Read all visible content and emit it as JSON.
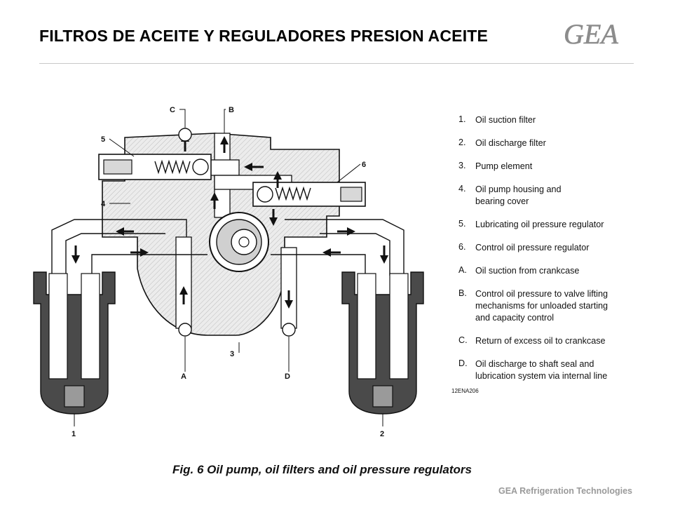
{
  "header": {
    "title": "FILTROS DE ACEITE Y REGULADORES PRESION ACEITE",
    "logo_text": "GEA"
  },
  "diagram": {
    "callouts": {
      "c1": "1",
      "c2": "2",
      "c3": "3",
      "c4": "4",
      "c5": "5",
      "c6": "6",
      "ca": "A",
      "cb": "B",
      "cc": "C",
      "cd": "D"
    },
    "code": "12ENA206",
    "caption": "Fig. 6  Oil pump, oil filters and oil pressure regulators"
  },
  "legend": [
    {
      "num": "1.",
      "text": "Oil suction filter"
    },
    {
      "num": "2.",
      "text": "Oil discharge filter"
    },
    {
      "num": "3.",
      "text": "Pump element"
    },
    {
      "num": "4.",
      "text": "Oil pump housing and bearing cover"
    },
    {
      "num": "5.",
      "text": "Lubricating oil pressure regulator"
    },
    {
      "num": "6.",
      "text": "Control oil pressure regulator"
    },
    {
      "num": "A.",
      "text": "Oil suction from crankcase"
    },
    {
      "num": "B.",
      "text": "Control oil pressure to valve lifting mechanisms for unloaded starting and capacity control"
    },
    {
      "num": "C.",
      "text": "Return of excess oil to crankcase"
    },
    {
      "num": "D.",
      "text": "Oil discharge to shaft seal and lubrication system via internal line"
    }
  ],
  "footer": {
    "company": "GEA Refrigeration  Technologies"
  },
  "colors": {
    "brand_gray": "#8c8c8c",
    "body_fill": "#e6e6e6",
    "channel_fill": "#cfcfcf",
    "filter_fill": "#4a4a4a",
    "ink": "#111111"
  }
}
